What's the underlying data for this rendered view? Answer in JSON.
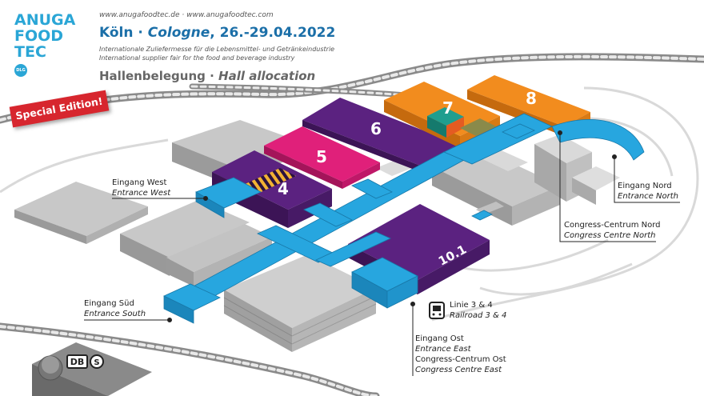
{
  "header": {
    "urls": "www.anugafoodtec.de · www.anugafoodtec.com",
    "city_de": "Köln",
    "city_sep": " · ",
    "city_en": "Cologne",
    "dates": ", 26.-29.04.2022",
    "subtitle_de": "Internationale Zuliefermesse für die Lebensmittel- und Getränkeindustrie",
    "subtitle_en": "International supplier fair for the food and beverage industry",
    "hall_de": "Hallenbelegung",
    "hall_sep": " · ",
    "hall_en": "Hall allocation"
  },
  "logo": {
    "line1": "ANUGA",
    "line2": "FOOD",
    "line3": "TEC",
    "badge": "DLG"
  },
  "badge": {
    "special": "Special Edition!"
  },
  "halls": {
    "h4": "4",
    "h5": "5",
    "h6": "6",
    "h7": "7",
    "h8": "8",
    "h10_1": "10.1"
  },
  "entrances": {
    "west_de": "Eingang West",
    "west_en": "Entrance West",
    "south_de": "Eingang Süd",
    "south_en": "Entrance South",
    "north_de": "Eingang Nord",
    "north_en": "Entrance North",
    "cc_north_de": "Congress-Centrum Nord",
    "cc_north_en": "Congress Centre North",
    "rail_de": "Linie 3 & 4",
    "rail_en": "Railroad 3 & 4",
    "east_de": "Eingang Ost",
    "east_en": "Entrance East",
    "cc_east_de": "Congress-Centrum Ost",
    "cc_east_en": "Congress Centre East"
  },
  "station": {
    "db": "DB",
    "s": "S"
  },
  "colors": {
    "purple": "#5b2280",
    "pink": "#e0207a",
    "orange": "#f28c1e",
    "blue": "#27a6df",
    "teal": "#1f9e8f",
    "gray_building": "#c9c9c9",
    "special_red": "#d7262e",
    "brand_blue": "#1b6fa8"
  }
}
